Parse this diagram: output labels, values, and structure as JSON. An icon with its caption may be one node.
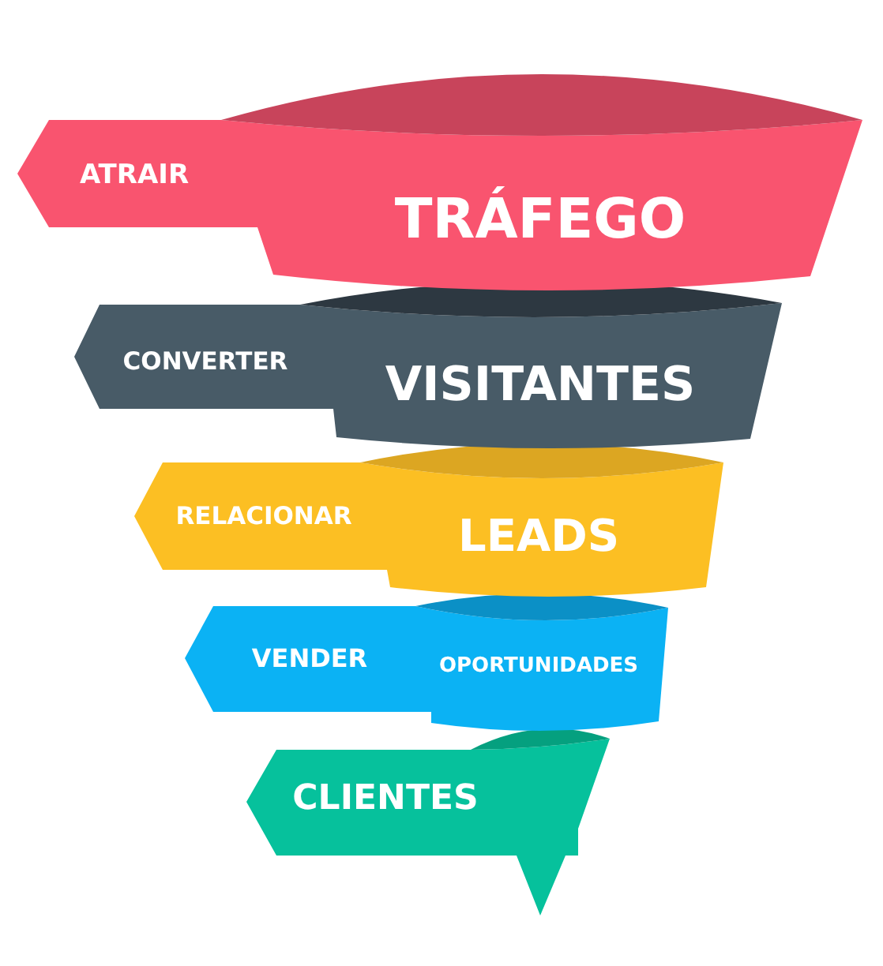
{
  "diagram": {
    "nodes": [
      {
        "text": [
          "ATRAIR",
          "TRÁFEGO"
        ]
      },
      {
        "text": [
          "CONVERTER",
          "VISITANTES"
        ]
      },
      {
        "text": [
          "RELACIONAR",
          "LEADS"
        ]
      },
      {
        "text": [
          "VENDER",
          "OPORTUNIDADES"
        ]
      },
      {
        "text": [
          "CLIENTES"
        ]
      }
    ]
  }
}
